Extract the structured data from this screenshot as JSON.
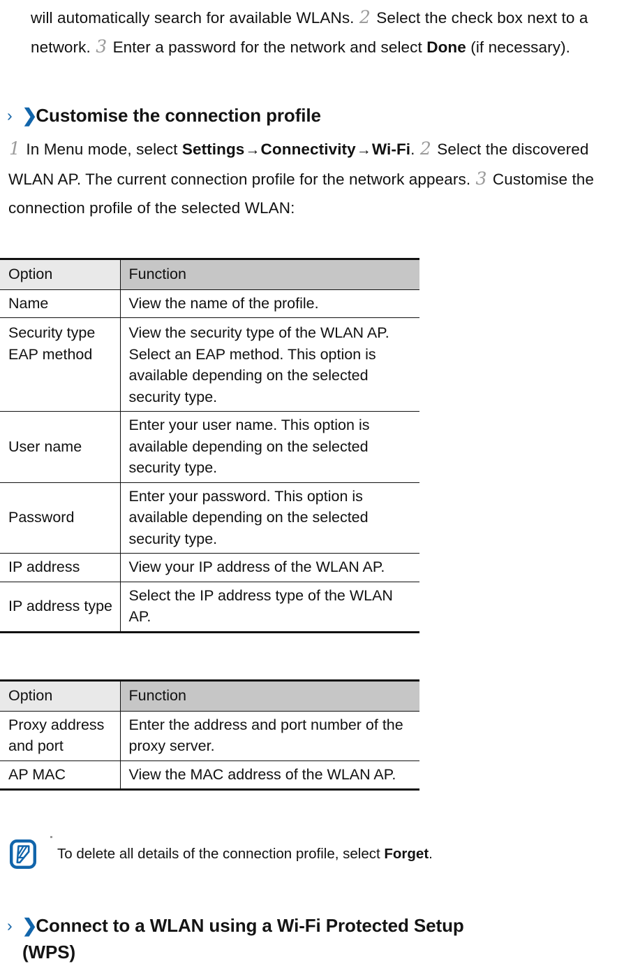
{
  "document": {
    "intro_paragraph": {
      "segments": [
        {
          "type": "text",
          "value": "will automatically search for available WLANs. "
        },
        {
          "type": "step",
          "value": "2"
        },
        {
          "type": "text",
          "value": " Select the check box next to a network. "
        },
        {
          "type": "step",
          "value": "3"
        },
        {
          "type": "text",
          "value": " Enter a password for the network and select "
        },
        {
          "type": "bold",
          "value": "Done"
        },
        {
          "type": "text",
          "value": " (if necessary)."
        }
      ],
      "line1": "will automatically search for available WLANs.",
      "step2": "2",
      "line2a": "Select the check box next to a network.",
      "step3": "3",
      "line2b": "Enter a password for the network and select",
      "bold_done": "Done",
      "line3_tail": "(if necessary)."
    },
    "heading_customise": {
      "chevron_thin": "›",
      "chevron_bold": "❯",
      "text": "Customise the connection profile"
    },
    "customise_paragraph": {
      "step1": "1",
      "t1": "In Menu mode, select",
      "bold_settings": "Settings",
      "arrow1": "→",
      "bold_connectivity": "Connectivity",
      "arrow2": "→",
      "bold_wifi": "Wi-Fi",
      "t2": ".",
      "step2": "2",
      "t3": "Select the discovered WLAN AP. The current connection profile for the network appears.",
      "step3": "3",
      "t4": "Customise the connection profile of the selected WLAN:"
    },
    "table1": {
      "headers": {
        "option": "Option",
        "function": "Function"
      },
      "rows": [
        {
          "option": "Name",
          "function": "View the name of the profile.",
          "align": "middle"
        },
        {
          "option": "Security type EAP method",
          "function": "View the security type of the WLAN AP. Select an EAP method. This option is available depending on the selected security type.",
          "align": "top"
        },
        {
          "option": "User name",
          "function": "Enter your user name. This option is available depending on the selected security type.",
          "align": "middle"
        },
        {
          "option": "Password",
          "function": "Enter your password. This option is available depending on the selected security type.",
          "align": "middle"
        },
        {
          "option": "IP address",
          "function": "View your IP address of the WLAN AP.",
          "align": "middle"
        },
        {
          "option": "IP address type",
          "function": "Select the IP address type of the WLAN AP.",
          "align": "middle"
        }
      ]
    },
    "table2": {
      "headers": {
        "option": "Option",
        "function": "Function"
      },
      "rows": [
        {
          "option": "Proxy address and port",
          "function": "Enter the address and port number of the proxy server.",
          "align": "middle"
        },
        {
          "option": "AP MAC",
          "function": "View the MAC address of the WLAN AP.",
          "align": "middle"
        }
      ]
    },
    "note": {
      "icon": "note-pen-icon",
      "text_before": "To delete all details of the connection profile, select",
      "bold_term": "Forget",
      "text_after": "."
    },
    "heading_wps": {
      "chevron_thin": "›",
      "chevron_bold": "❯",
      "line1": "Connect to a WLAN using a Wi-Fi Protected Setup",
      "line2": "(WPS)"
    },
    "colors": {
      "accent_blue": "#1165ab",
      "header_option_bg": "#e9e9e9",
      "header_function_bg": "#c6c6c6",
      "rule": "#111111",
      "step_number": "#9b9b9b"
    }
  }
}
